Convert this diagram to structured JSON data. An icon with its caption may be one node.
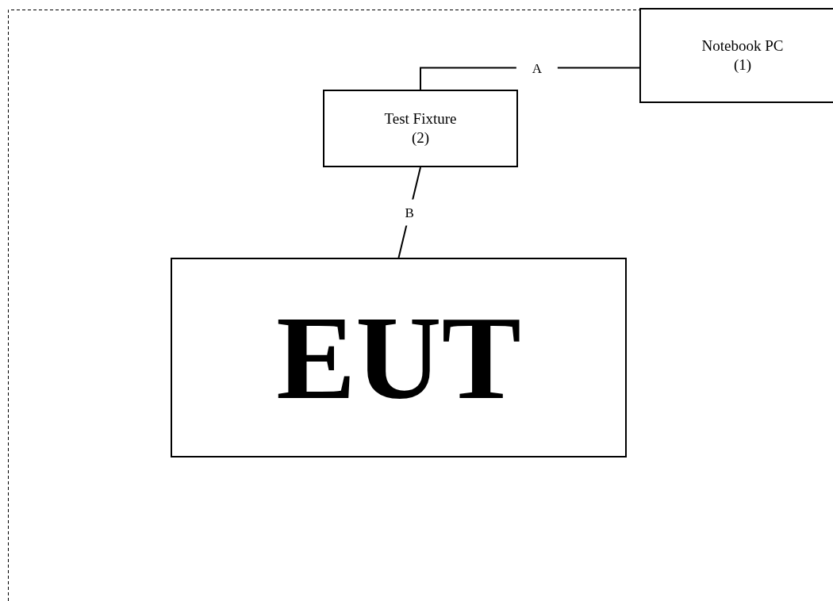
{
  "diagram": {
    "nodes": [
      {
        "text": [
          "Notebook PC",
          "(1)"
        ]
      },
      {
        "text": [
          "Test Fixture",
          "(2)"
        ]
      },
      {
        "text": [
          "EUT"
        ]
      }
    ],
    "edges": [
      {
        "from": 0,
        "to": 1,
        "arrow": "none",
        "label": "A"
      },
      {
        "from": 1,
        "to": 2,
        "arrow": "none",
        "label": "B"
      }
    ]
  }
}
